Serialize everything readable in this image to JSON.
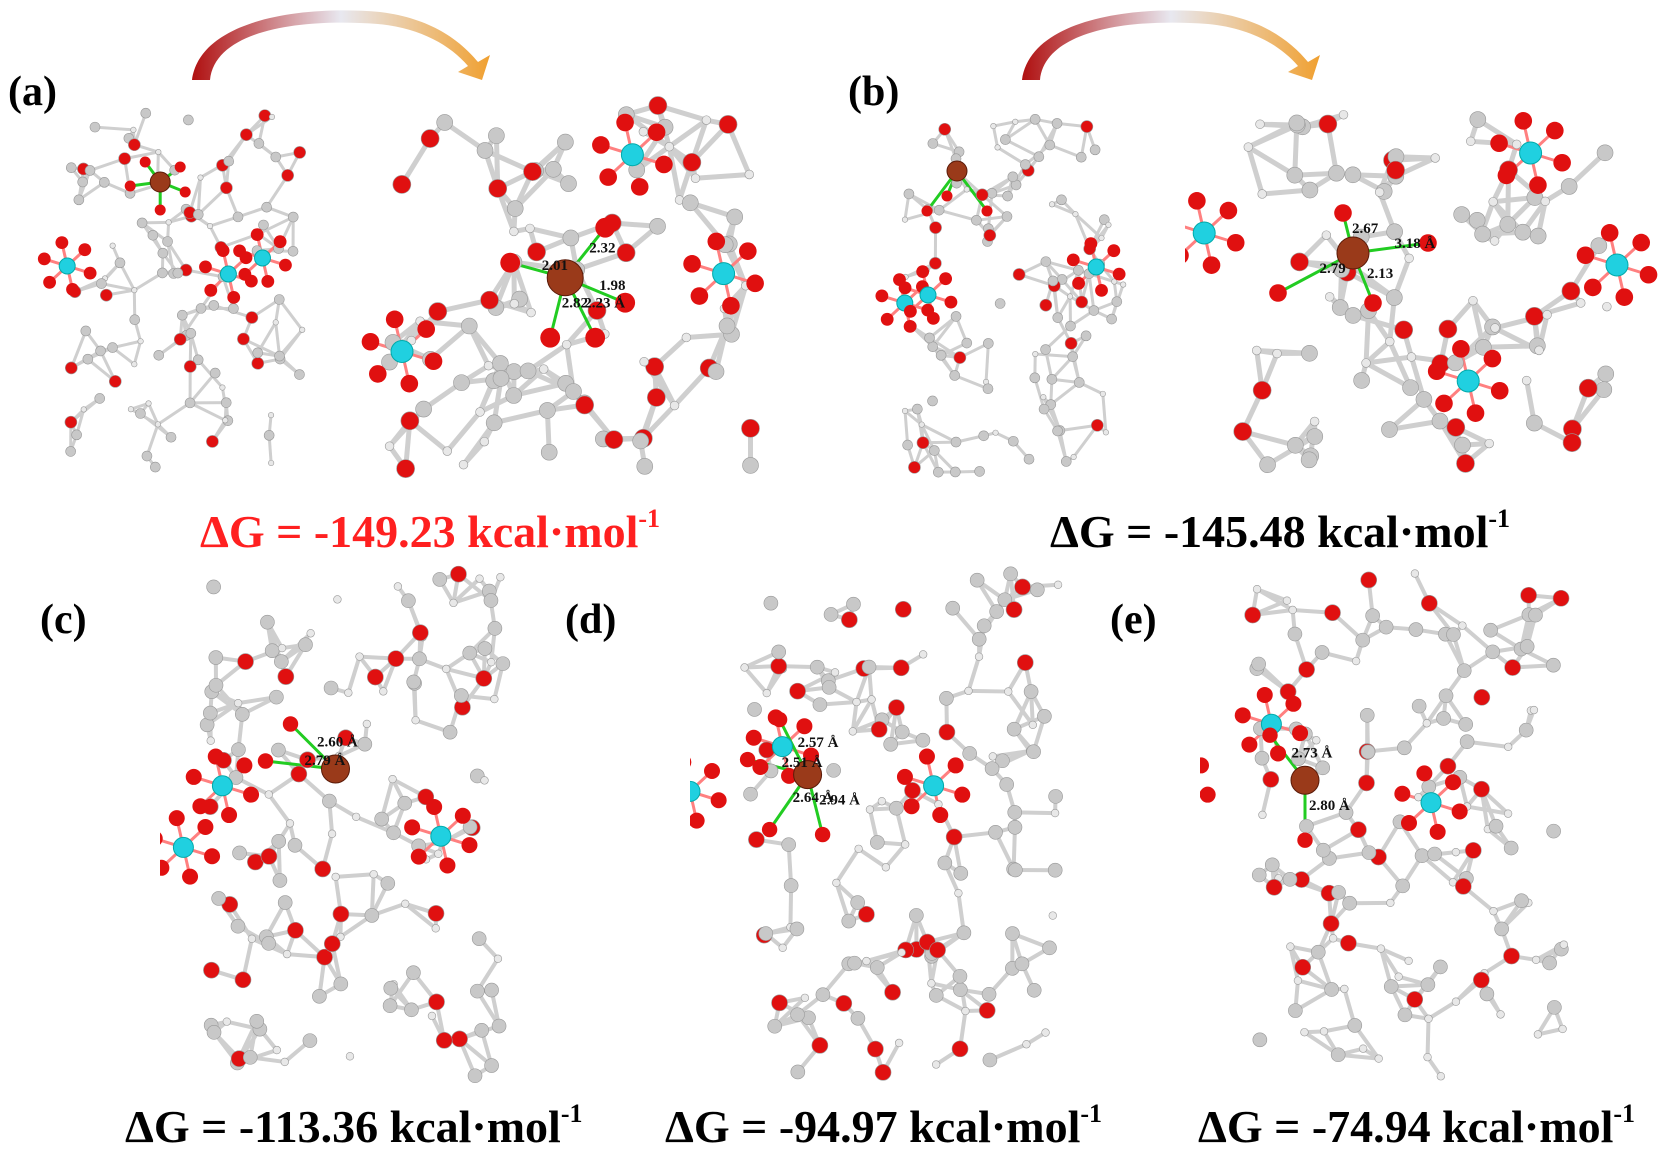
{
  "panels": {
    "a": {
      "label": "(a)",
      "energy": {
        "prefix": "ΔG = -149.23 kcal·mol",
        "exp": "-1"
      },
      "distances": [
        "2.01",
        "2.32",
        "2.82",
        "1.98",
        "2.23 Å"
      ]
    },
    "b": {
      "label": "(b)",
      "energy": {
        "prefix": "ΔG = -145.48 kcal·mol",
        "exp": "-1"
      },
      "distances": [
        "2.67",
        "2.79",
        "3.18 Å",
        "2.13"
      ]
    },
    "c": {
      "label": "(c)",
      "energy": {
        "prefix": "ΔG = -113.36 kcal·mol",
        "exp": "-1"
      },
      "distances": [
        "2.60 Å",
        "2.79 Å"
      ]
    },
    "d": {
      "label": "(d)",
      "energy": {
        "prefix": "ΔG = -94.97 kcal·mol",
        "exp": "-1"
      },
      "distances": [
        "2.57 Å",
        "2.51 Å",
        "2.64 Å",
        "2.94 Å"
      ]
    },
    "e": {
      "label": "(e)",
      "energy": {
        "prefix": "ΔG = -74.94 kcal·mol",
        "exp": "-1"
      },
      "distances": [
        "2.73 Å",
        "2.80 Å"
      ]
    }
  },
  "colors": {
    "highlight_energy": "#ff2020",
    "carbon": "#c8c8c8",
    "oxygen": "#e01010",
    "hydrogen": "#e8e8e8",
    "metal_cyan": "#20d0e0",
    "ion_center": "#9a3a1a",
    "bond_contact": "#22cc22",
    "arrow_start": "#b01010",
    "arrow_end": "#f0a030"
  }
}
